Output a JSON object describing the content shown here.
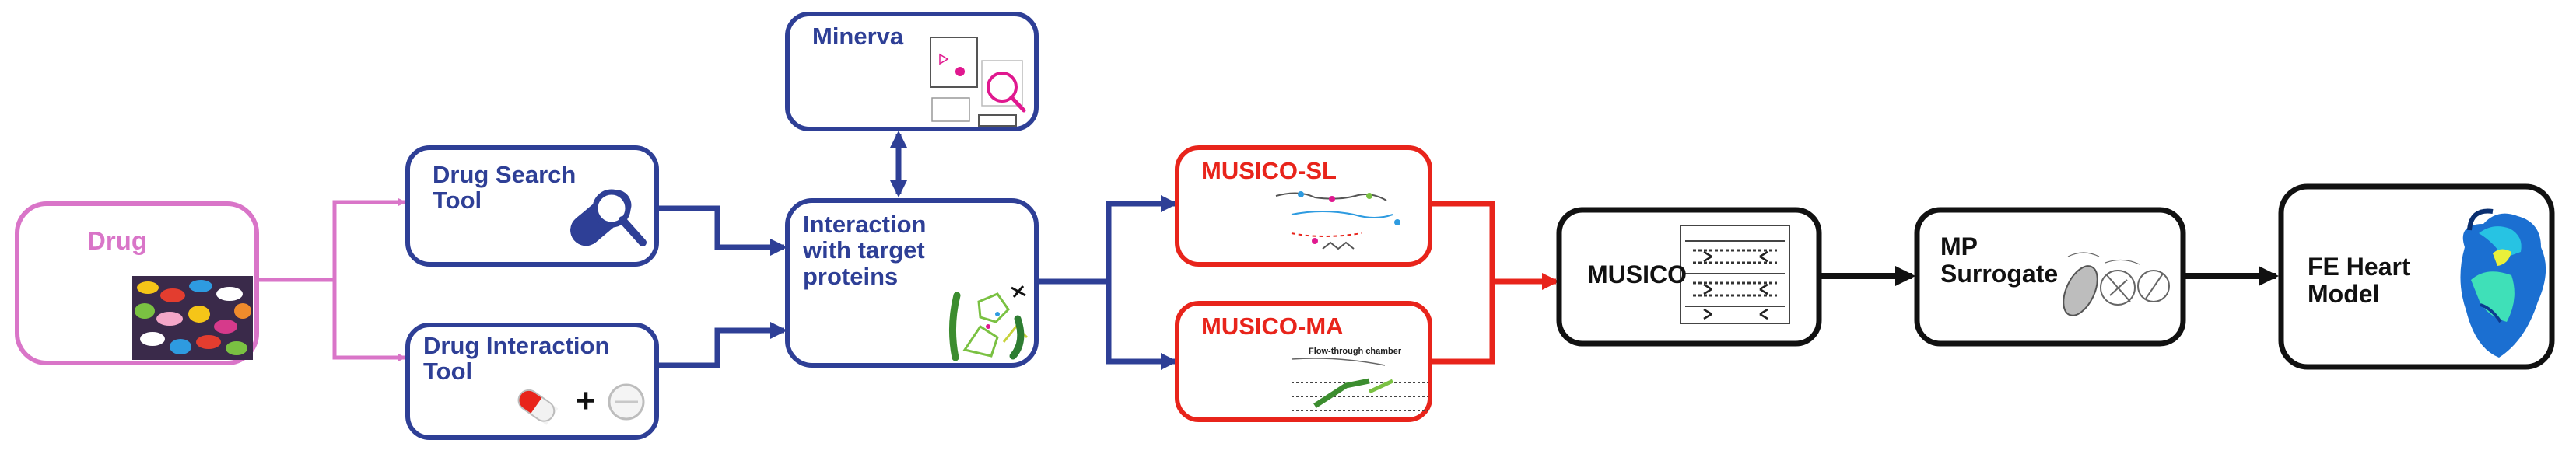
{
  "diagram": {
    "colors": {
      "pink": "#d975c8",
      "navy": "#2e3f96",
      "red": "#e8241b",
      "black": "#111111",
      "magenta": "#e0188f"
    },
    "nodes": {
      "drug": {
        "label": "Drug"
      },
      "drug_search": {
        "label": "Drug Search\nTool"
      },
      "drug_interaction": {
        "label": "Drug Interaction\nTool",
        "plus_sign": "+"
      },
      "minerva": {
        "label": "Minerva"
      },
      "interaction": {
        "label": "Interaction\nwith target\nproteins"
      },
      "musico_sl": {
        "label": "MUSICO-SL"
      },
      "musico_ma": {
        "label": "MUSICO-MA",
        "annotation": "Flow-through chamber"
      },
      "musico": {
        "label": "MUSICO"
      },
      "mp_surrogate": {
        "label": "MP\nSurrogate"
      },
      "fe_heart": {
        "label": "FE Heart\nModel"
      }
    }
  }
}
